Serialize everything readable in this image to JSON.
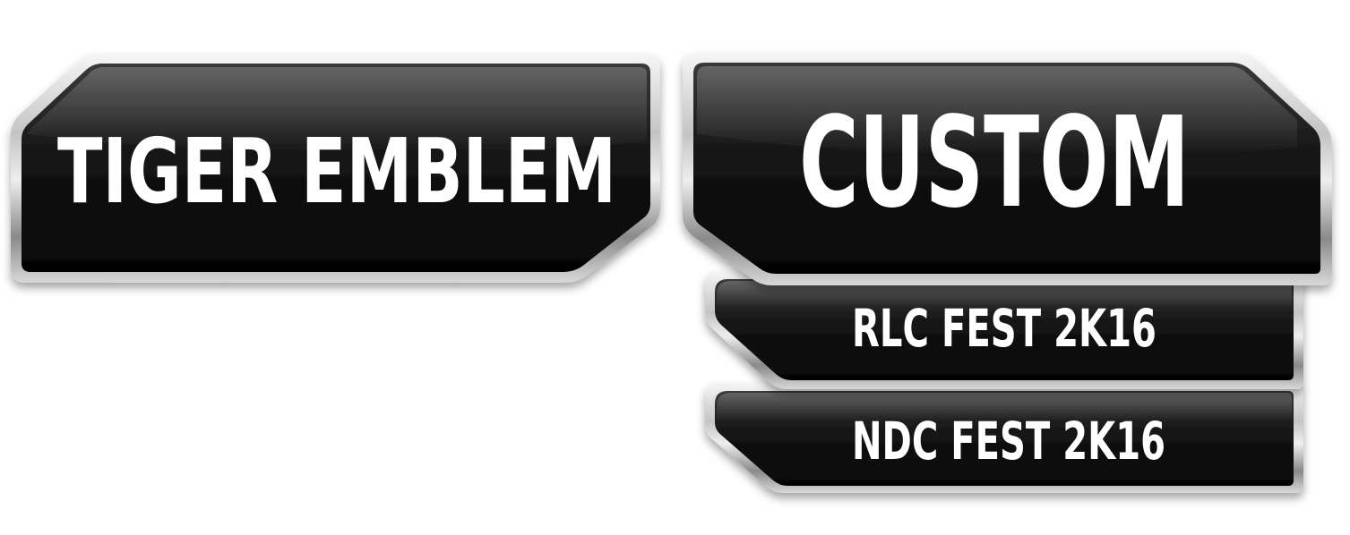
{
  "badges": {
    "tiger_emblem": {
      "label": "TIGER EMBLEM"
    },
    "custom": {
      "label": "CUSTOM"
    },
    "rlc_fest": {
      "label": "RLC FEST 2K16"
    },
    "ndc_fest": {
      "label": "NDC FEST 2K16"
    }
  },
  "colors": {
    "background": "#ffffff",
    "plate": "#0a0a0a",
    "text": "#ffffff",
    "chrome_light": "#f4f4f4",
    "chrome_dark": "#6e6e6e"
  }
}
